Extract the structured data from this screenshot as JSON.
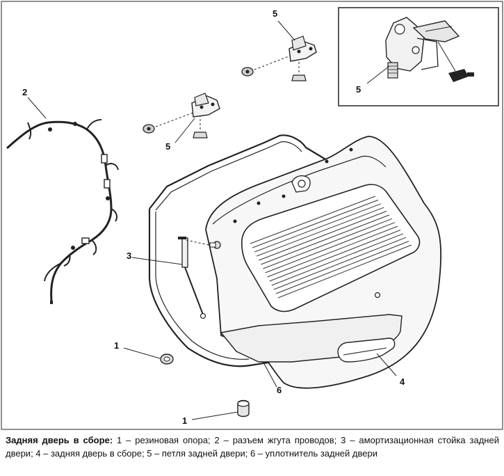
{
  "callouts": {
    "c1_upper": "1",
    "c1_lower": "1",
    "c2": "2",
    "c3": "3",
    "c4": "4",
    "c5_top": "5",
    "c5_mid": "5",
    "c5_inset": "5",
    "c6": "6"
  },
  "caption": {
    "title": "Задняя дверь в сборе:",
    "text": "1 – резиновая опора; 2 – разъем жгута проводов; 3 – амортизационная стойка задней двери; 4 – задняя дверь в сборе; 5 – петля задней двери; 6 – уплотнитель задней двери"
  }
}
